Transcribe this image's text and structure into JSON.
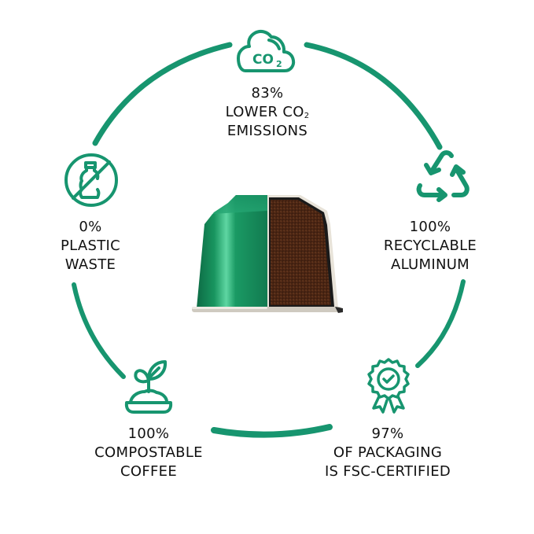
{
  "theme": {
    "accent": "#17956f",
    "text": "#111111",
    "background": "#ffffff"
  },
  "center": {
    "image": "coffee-capsule-cutaway",
    "capsule_color": "#1a8a5e",
    "coffee_color": "#4a2616"
  },
  "features": [
    {
      "id": "co2",
      "icon": "co2-cloud-icon",
      "icon_text": "CO",
      "icon_sub": "2",
      "value": "83%",
      "line1": "LOWER CO",
      "line1_sub": "2",
      "line2": "EMISSIONS"
    },
    {
      "id": "recyclable",
      "icon": "recycle-icon",
      "value": "100%",
      "line1": "RECYCLABLE",
      "line2": "ALUMINUM"
    },
    {
      "id": "fsc",
      "icon": "award-badge-icon",
      "value": "97%",
      "line1": "OF PACKAGING",
      "line2": "IS FSC-CERTIFIED"
    },
    {
      "id": "compostable",
      "icon": "sprout-icon",
      "value": "100%",
      "line1": "COMPOSTABLE",
      "line2": "COFFEE"
    },
    {
      "id": "plastic",
      "icon": "no-plastic-bottle-icon",
      "value": "0%",
      "line1": "PLASTIC",
      "line2": "WASTE"
    }
  ]
}
